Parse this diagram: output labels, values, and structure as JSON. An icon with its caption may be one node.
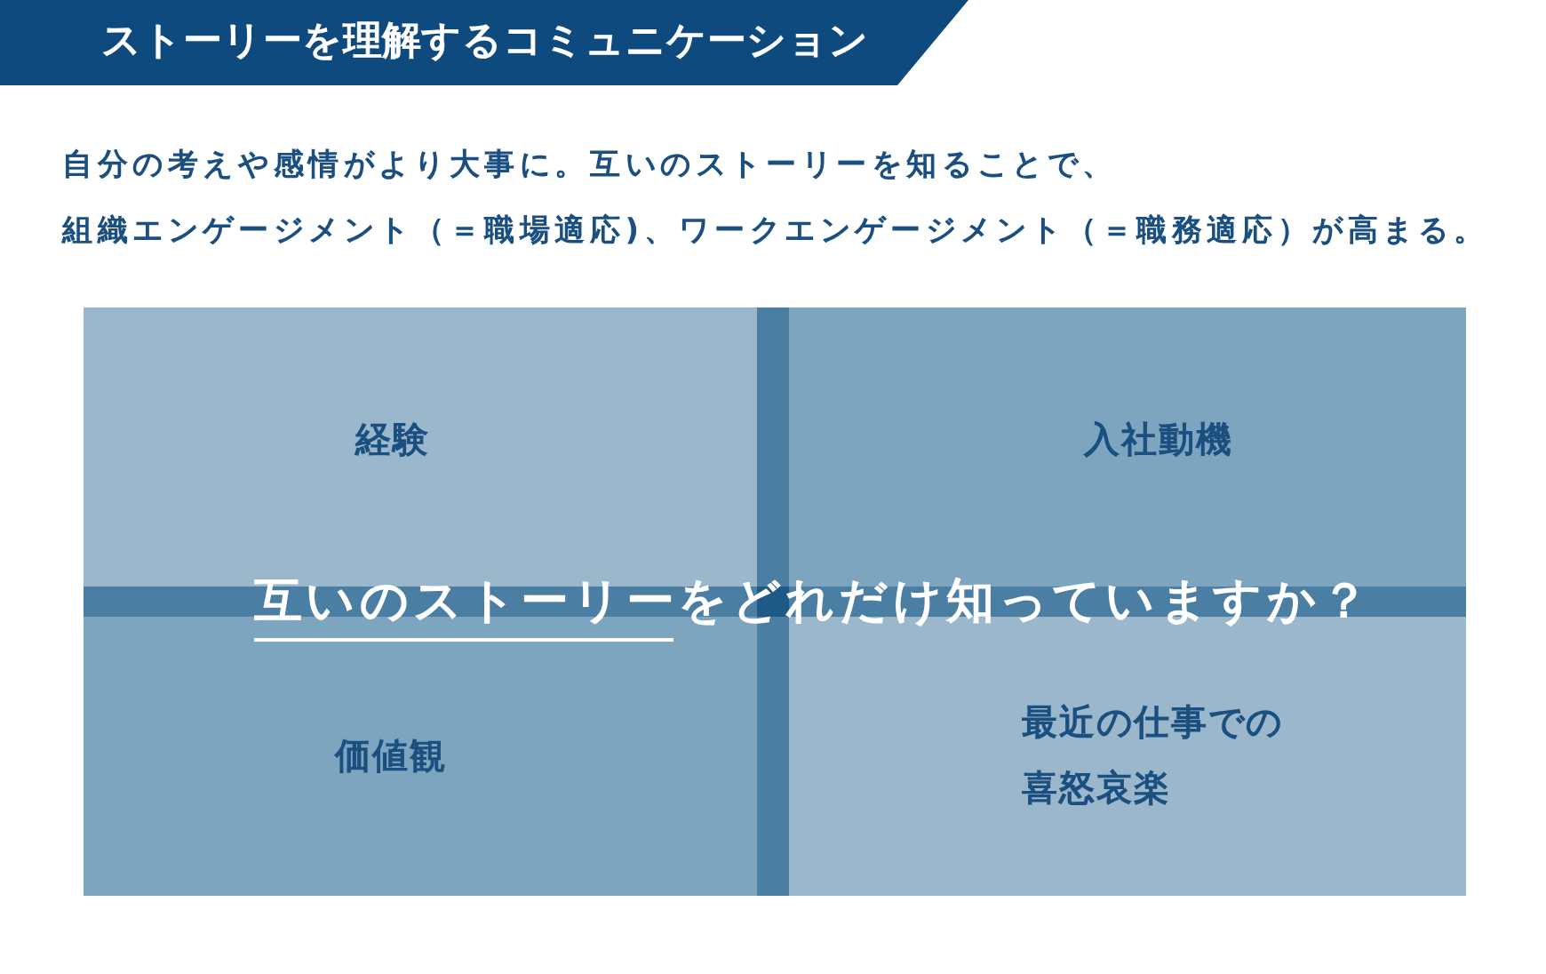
{
  "diagram": {
    "title": "ストーリーを理解するコミュニケーション",
    "nodes": [
      {
        "text": [
          "経験"
        ]
      },
      {
        "text": [
          "入社動機"
        ]
      },
      {
        "text": [
          "価値観"
        ]
      },
      {
        "text": [
          "最近の仕事での喜怒哀楽"
        ]
      }
    ],
    "labels": [
      "自分の考えや感情がより大事に。互いのストーリーを知ることで、",
      "組織エンゲージメント（＝職場適応)、ワークエンゲージメント（＝職務適応）が高まる。",
      "互いのストーリーをどれだけ知っていますか？"
    ]
  }
}
